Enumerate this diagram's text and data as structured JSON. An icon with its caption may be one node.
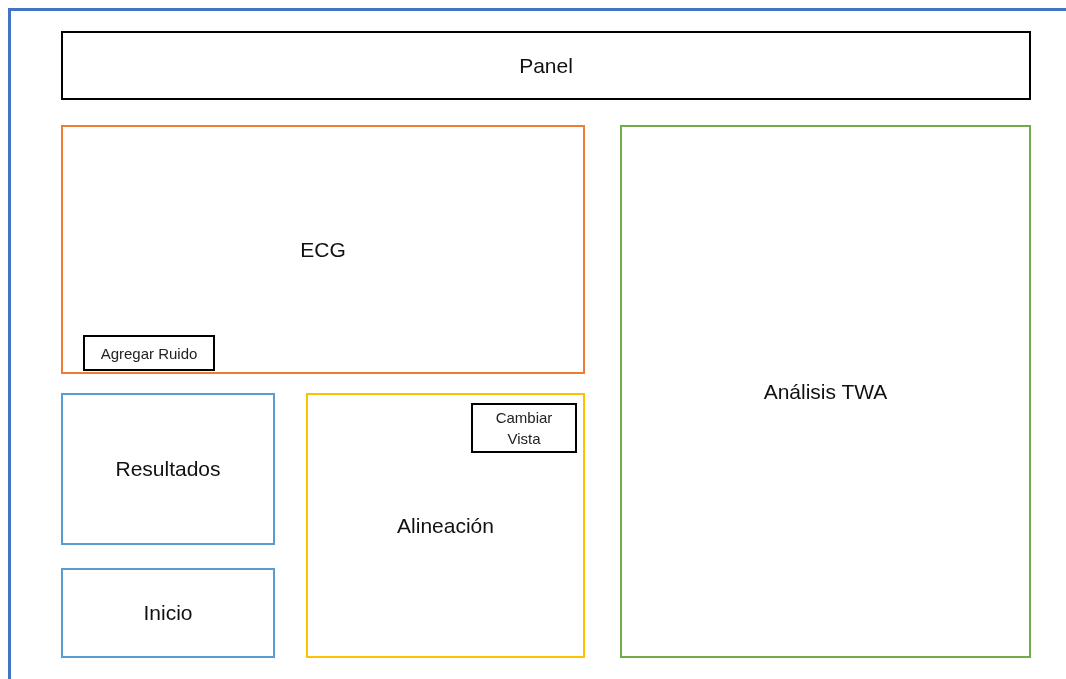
{
  "diagram": {
    "nodes": [
      {
        "text": [],
        "shape": "box"
      },
      {
        "text": [
          "Panel"
        ],
        "in": 0
      },
      {
        "text": [
          "ECG"
        ],
        "in": 0
      },
      {
        "text": [
          "Agregar Ruido"
        ],
        "in": 2
      },
      {
        "text": [
          "Análisis TWA"
        ],
        "in": 0
      },
      {
        "text": [
          "Resultados"
        ],
        "in": 0
      },
      {
        "text": [
          "Alineación"
        ],
        "in": 0
      },
      {
        "text": [
          "Cambiar Vista"
        ],
        "in": 6
      },
      {
        "text": [
          "Inicio"
        ],
        "in": 0
      }
    ],
    "edges": []
  }
}
